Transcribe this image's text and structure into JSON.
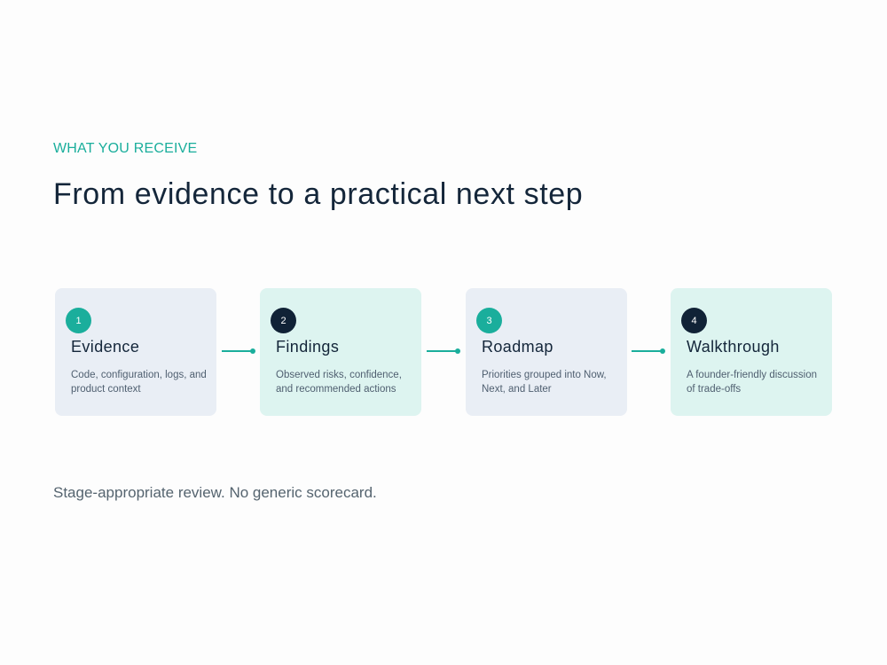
{
  "eyebrow": "WHAT YOU RECEIVE",
  "headline": "From evidence to a practical next step",
  "steps": [
    {
      "number": "1",
      "title": "Evidence",
      "description": "Code, configuration, logs, and product context",
      "card_color": "#e9eef5",
      "badge_color": "#1aae9c"
    },
    {
      "number": "2",
      "title": "Findings",
      "description": "Observed risks, confidence, and recommended actions",
      "card_color": "#ddf4f0",
      "badge_color": "#102236"
    },
    {
      "number": "3",
      "title": "Roadmap",
      "description": "Priorities grouped into Now, Next, and Later",
      "card_color": "#e9eef5",
      "badge_color": "#1aae9c"
    },
    {
      "number": "4",
      "title": "Walkthrough",
      "description": "A founder-friendly discussion of trade-offs",
      "card_color": "#ddf4f0",
      "badge_color": "#102236"
    }
  ],
  "footnote": "Stage-appropriate review. No generic scorecard.",
  "colors": {
    "accent": "#1aae9c",
    "heading": "#14263a",
    "body": "#4f5f70"
  }
}
